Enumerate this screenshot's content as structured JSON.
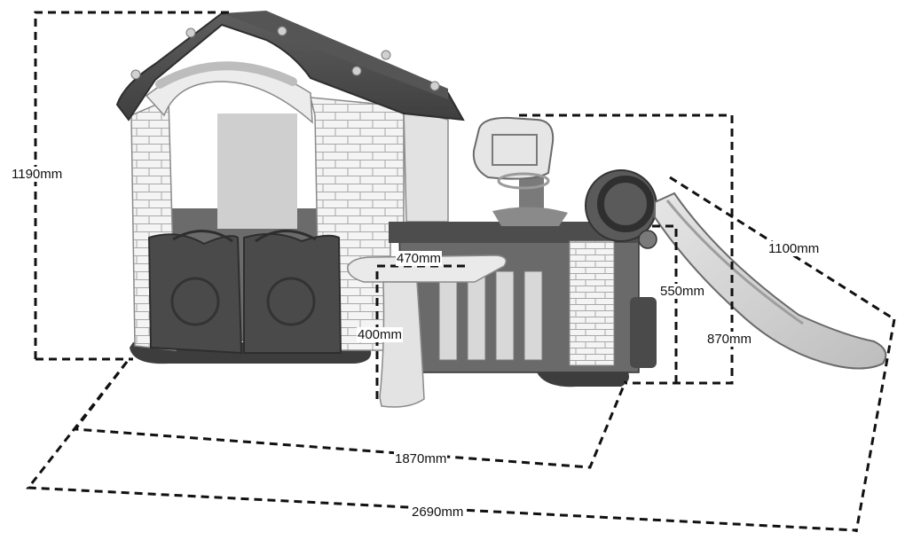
{
  "dimensions": {
    "height_total": "1190mm",
    "slide_length": "1100mm",
    "table_width": "470mm",
    "table_height": "400mm",
    "hoop_height": "550mm",
    "hoop_depth": "870mm",
    "house_length": "1870mm",
    "total_length": "2690mm"
  },
  "colors": {
    "dark_gray": "#4a4a4a",
    "mid_gray": "#8a8a8a",
    "light_gray": "#d6d6d6",
    "off_white": "#f2f2f2",
    "line": "#111111"
  }
}
